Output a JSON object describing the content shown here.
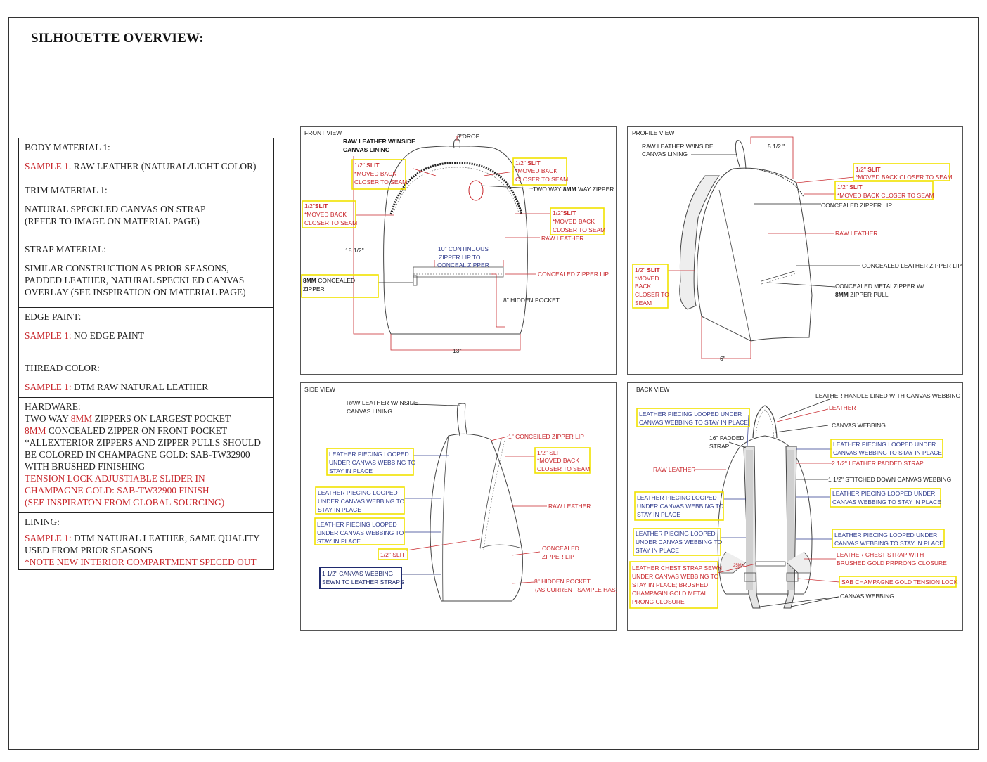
{
  "title": "SILHOUETTE OVERVIEW:",
  "specs": {
    "body_material": {
      "heading": "BODY MATERIAL 1:",
      "sample": "SAMPLE 1.",
      "text": " RAW LEATHER (NATURAL/LIGHT COLOR)"
    },
    "trim_material": {
      "heading": "TRIM MATERIAL 1:",
      "line1": "NATURAL SPECKLED CANVAS ON STRAP",
      "line2": "(REFER TO IMAGE ON MATERIAL PAGE)"
    },
    "strap_material": {
      "heading": "STRAP MATERIAL:",
      "line1": "SIMILAR CONSTRUCTION AS PRIOR SEASONS,",
      "line2": "PADDED LEATHER, NATURAL SPECKLED CANVAS",
      "line3": "OVERLAY (SEE INSPIRATION ON MATERIAL PAGE)"
    },
    "edge_paint": {
      "heading": "EDGE PAINT:",
      "sample": "SAMPLE 1:",
      "text": " NO EDGE PAINT"
    },
    "thread_color": {
      "heading": "THREAD COLOR:",
      "sample": "SAMPLE 1:",
      "text": " DTM RAW NATURAL LEATHER"
    },
    "hardware": {
      "heading": "HARDWARE:",
      "l1a": "TWO WAY ",
      "l1b": "8MM",
      "l1c": " ZIPPERS ON LARGEST POCKET",
      "l2a": "8MM",
      "l2b": " CONCEALED ZIPPER ON FRONT POCKET",
      "l3": "*ALLEXTERIOR ZIPPERS AND ZIPPER PULLS SHOULD",
      "l4": " BE COLORED IN CHAMPAGNE GOLD: SAB-TW32900",
      "l5": "WITH BRUSHED FINISHING",
      "l6": "TENSION LOCK ADJUSTIABLE SLIDER IN",
      "l7": "CHAMPAGNE GOLD: SAB-TW32900 FINISH",
      "l8": "(SEE INSPIRATON FROM GLOBAL SOURCING)"
    },
    "lining": {
      "heading": "LINING:",
      "sample": "SAMPLE 1:",
      "text": " DTM NATURAL LEATHER, SAME QUALITY",
      "line2": "USED FROM PRIOR SEASONS",
      "note": "*NOTE NEW INTERIOR COMPARTMENT SPECED OUT"
    }
  },
  "front": {
    "label": "FRONT VIEW",
    "drop": "3\"DROP",
    "raw1": "RAW LEATHER W/INSIDE",
    "raw2": "CANVAS LINING",
    "slitA1": "1/2\" ",
    "slitA1b": "SLIT",
    "slitA2": "*MOVED BACK",
    "slitA3": "CLOSER TO SEAM",
    "slitB1": "1/2\" ",
    "slitB1b": "SLIT",
    "slitB2": "*MOVED BACK",
    "slitB3": "CLOSER TO SEAM",
    "slitC1": "1/2\"",
    "slitC1b": "SLIT",
    "slitC2": "*MOVED BACK",
    "slitC3": "CLOSER TO SEAM",
    "slitD1": "1/2\"",
    "slitD1b": "SLIT",
    "slitD2": "*MOVED BACK",
    "slitD3": "CLOSER TO SEAM",
    "twoway_a": "TWO WAY ",
    "twoway_b": "8MM",
    "twoway_c": " WAY ZIPPER",
    "rawleather": "RAW LEATHER",
    "height": "18 1/2\"",
    "lip1": "10\" CONTINUOUS",
    "lip2": "ZIPPER LIP TO",
    "lip3": "CONCEAL ZIPPER",
    "concealed_lip": "CONCEALED ZIPPER LIP",
    "mm_a": "8MM",
    "mm_b": " CONCEALED",
    "mm_c": "ZIPPER",
    "hidden": "8\" HIDDEN POCKET",
    "width": "13\""
  },
  "profile": {
    "label": "PROFILE VIEW",
    "raw1": "RAW LEATHER W/INSIDE",
    "raw2": "CANVAS LINING",
    "dim": "5 1/2 \"",
    "s1a": "1/2\" ",
    "s1b": "SLIT",
    "s1c": "*MOVED BACK CLOSER TO SEAM",
    "s2a": "1/2\" ",
    "s2b": "SLIT",
    "s2c": "*MOVED BACK CLOSER TO SEAM",
    "czl": "CONCEALED ZIPPER LIP",
    "raw": "RAW LEATHER",
    "clzl": "CONCEALED LEATHER ZIPPER LIP",
    "s3a": "1/2\" ",
    "s3b": "SLIT",
    "s3c": "*MOVED",
    "s3d": "BACK",
    "s3e": "CLOSER TO",
    "s3f": "SEAM",
    "cm1": "CONCEALED METALZIPPER W/",
    "cm2a": "8MM",
    "cm2b": " ZIPPER PULL",
    "depth": "6\""
  },
  "side": {
    "label": "SIDE VIEW",
    "raw1": "RAW LEATHER W/INSIDE",
    "raw2": "CANVAS LINING",
    "czl": "1\" CONCEILED ZIPPER LIP",
    "slit1": "1/2\" SLIT",
    "slit2": "*MOVED BACK",
    "slit3": "CLOSER TO SEAM",
    "lp1a": "LEATHER PIECING LOOPED",
    "lp1b": "UNDER CANVAS WEBBING TO",
    "lp1c": "STAY IN PLACE",
    "lp2a": "LEATHER PIECING LOOPED",
    "lp2b": "UNDER CANVAS WEBBING TO",
    "lp2c": "STAY IN PLACE",
    "lp3a": "LEATHER PIECING LOOPED",
    "lp3b": "UNDER CANVAS WEBBING TO",
    "lp3c": "STAY IN PLACE",
    "raw": "RAW LEATHER",
    "halfslit": "1/2\" SLIT",
    "cz1": "CONCEALED",
    "cz2": "ZIPPER LIP",
    "web1": "1 1/2\" CANVAS WEBBING",
    "web2": "SEWN TO LEATHER STRAPS",
    "hp1": "8\" HIDDEN POCKET",
    "hp2": "(AS CURRENT SAMPLE HAS)"
  },
  "back": {
    "label": "BACK VIEW",
    "handle": "LEATHER HANDLE LINED WITH CANVAS WEBBING",
    "leather": "LEATHER",
    "canvas": "CANVAS WEBBING",
    "tl1": "LEATHER PIECING LOOPED UNDER",
    "tl2": "CANVAS WEBBING TO STAY IN PLACE",
    "pad1": "16\" PADDED",
    "pad2": "STRAP",
    "tr1": "LEATHER PIECING LOOPED UNDER",
    "tr2": "CANVAS WEBBING TO STAY IN PLACE",
    "padded": "2 1/2\" LEATHER PADDED STRAP",
    "raw": "RAW LEATHER",
    "stitched": "1 1/2\" STITCHED DOWN CANVAS WEBBING",
    "ml1": "LEATHER PIECING LOOPED",
    "ml2": "UNDER CANVAS WEBBING TO",
    "ml3": "STAY IN PLACE",
    "mr1": "LEATHER PIECING LOOPED UNDER",
    "mr2": "CANVAS WEBBING TO STAY IN PLACE",
    "ll1": "LEATHER PIECING LOOPED",
    "ll2": "UNDER CANVAS WEBBING TO",
    "ll3": "STAY IN PLACE",
    "lr1": "LEATHER PIECING LOOPED UNDER",
    "lr2": "CANVAS WEBBING TO STAY IN PLACE",
    "cs1": "LEATHER CHEST STRAP WITH",
    "cs2": "BRUSHED GOLD PRPRONG CLOSURE",
    "cb1": "LEATHER CHEST STRAP SEWN",
    "cb2": "UNDER CANVAS WEBBING TO",
    "cb3": "STAY IN PLACE; BRUSHED",
    "cb4": "CHAMPAGIN GOLD METAL",
    "cb5": "PRONG CLOSURE",
    "mm": "25MM",
    "tension": "SAB CHAMPAGNE GOLD TENSION LOCK",
    "canvas2": "CANVAS WEBBING"
  },
  "colors": {
    "red": "#c8262b",
    "blue": "#2e3a8c",
    "yellow": "#f2e200",
    "navy": "#1f2a6e"
  }
}
